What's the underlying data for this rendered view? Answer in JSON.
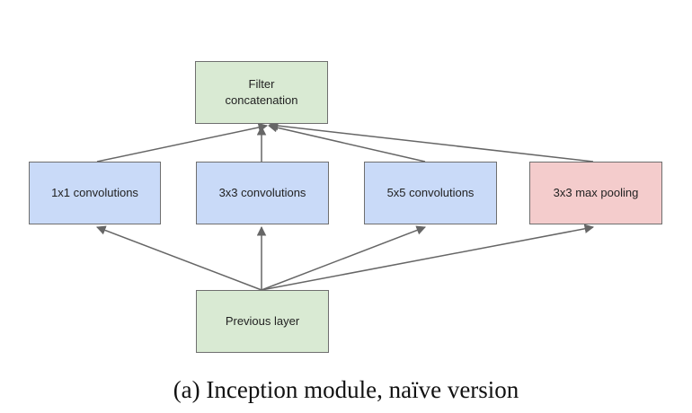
{
  "nodes": {
    "filter_concat": "Filter\nconcatenation",
    "conv_1x1": "1x1 convolutions",
    "conv_3x3": "3x3 convolutions",
    "conv_5x5": "5x5 convolutions",
    "max_pool": "3x3 max pooling",
    "previous_layer": "Previous layer"
  },
  "caption": "(a) Inception module, naïve version",
  "colors": {
    "concat_fill": "#d9ead3",
    "conv_fill": "#c9daf8",
    "pool_fill": "#f4cccc",
    "previous_fill": "#d9ead3",
    "edge": "#666666"
  },
  "edges": [
    {
      "from": "previous_layer",
      "to": "conv_1x1"
    },
    {
      "from": "previous_layer",
      "to": "conv_3x3"
    },
    {
      "from": "previous_layer",
      "to": "conv_5x5"
    },
    {
      "from": "previous_layer",
      "to": "max_pool"
    },
    {
      "from": "conv_1x1",
      "to": "filter_concat"
    },
    {
      "from": "conv_3x3",
      "to": "filter_concat"
    },
    {
      "from": "conv_5x5",
      "to": "filter_concat"
    },
    {
      "from": "max_pool",
      "to": "filter_concat"
    }
  ]
}
